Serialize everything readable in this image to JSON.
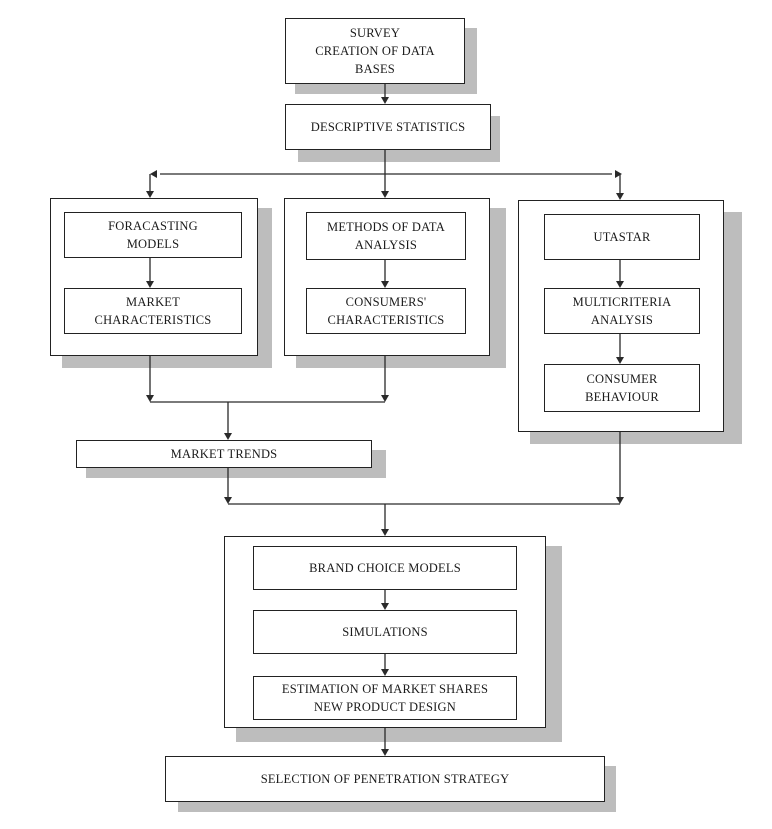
{
  "diagram": {
    "survey": [
      "SURVEY",
      "CREATION OF DATA",
      "BASES"
    ],
    "descriptive": [
      "DESCRIPTIVE STATISTICS"
    ],
    "forecasting_models": [
      "FORACASTING",
      "MODELS"
    ],
    "market_characteristics": [
      "MARKET",
      "CHARACTERISTICS"
    ],
    "methods_analysis": [
      "METHODS OF DATA",
      "ANALYSIS"
    ],
    "consumers_characteristics": [
      "CONSUMERS'",
      "CHARACTERISTICS"
    ],
    "utastar": [
      "UTASTAR"
    ],
    "multicriteria": [
      "MULTICRITERIA",
      "ANALYSIS"
    ],
    "consumer_behaviour": [
      "CONSUMER",
      "BEHAVIOUR"
    ],
    "market_trends": [
      "MARKET TRENDS"
    ],
    "brand_choice": [
      "BRAND CHOICE MODELS"
    ],
    "simulations": [
      "SIMULATIONS"
    ],
    "estimation": [
      "ESTIMATION OF MARKET SHARES",
      "NEW PRODUCT DESIGN"
    ],
    "selection": [
      "SELECTION OF PENETRATION STRATEGY"
    ]
  }
}
